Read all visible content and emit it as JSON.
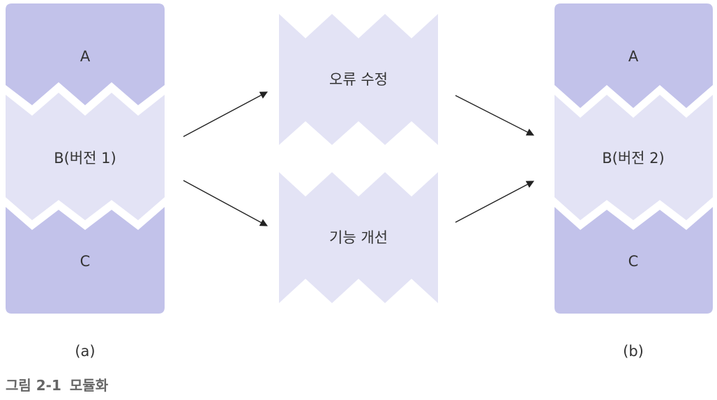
{
  "colors": {
    "dark": "#c2c2ea",
    "light": "#e3e3f5",
    "arrow": "#222222"
  },
  "left_module": {
    "top_label": "A",
    "middle_label": "B(버전 1)",
    "bottom_label": "C",
    "sublabel": "(a)"
  },
  "middle_pieces": {
    "bug_fix_label": "오류 수정",
    "feature_label": "기능 개선"
  },
  "right_module": {
    "top_label": "A",
    "middle_label": "B(버전 2)",
    "bottom_label": "C",
    "sublabel": "(b)"
  },
  "caption": {
    "number": "그림 2-1",
    "title": "모듈화"
  }
}
